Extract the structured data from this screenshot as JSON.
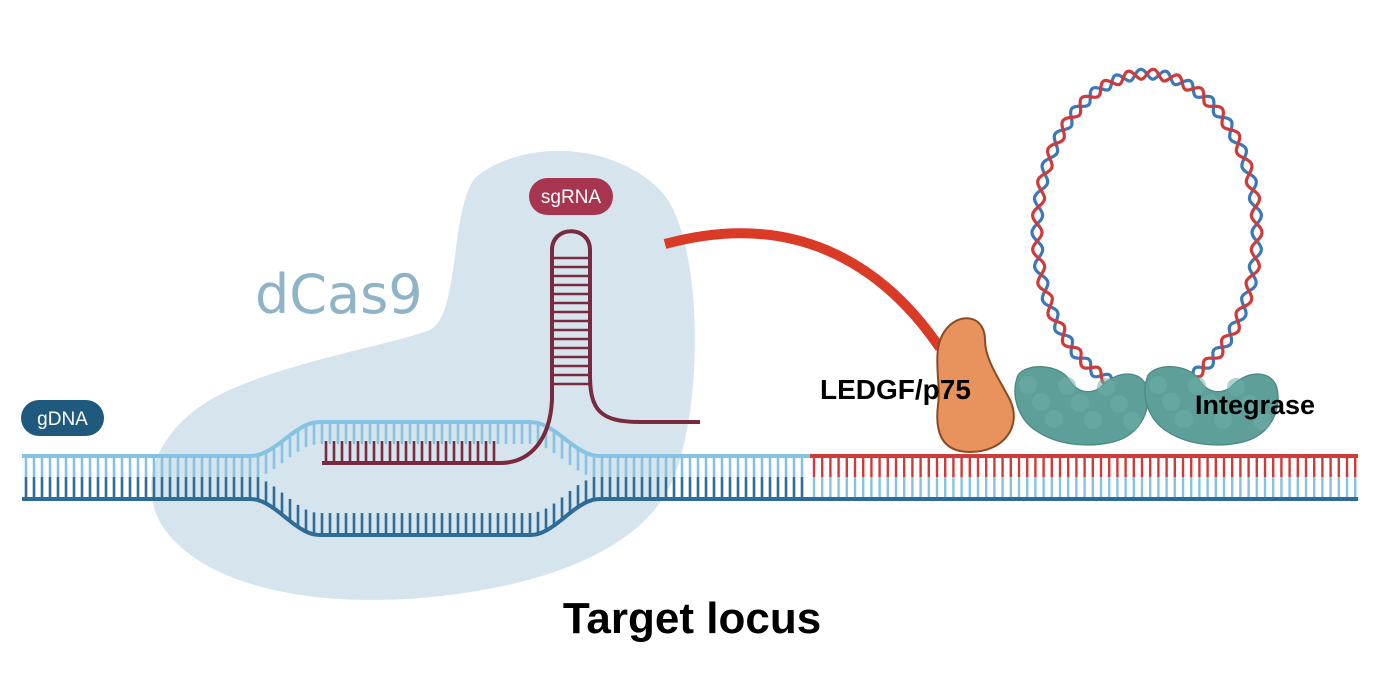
{
  "labels": {
    "gdna": "gDNA",
    "sgrna": "sgRNA",
    "dcas9": "dCas9",
    "ledgf": "LEDGF/p75",
    "integrase": "Integrase",
    "target": "Target locus"
  },
  "colors": {
    "gdna_top_strand": "#86c3e3",
    "gdna_bottom_strand": "#2e6c97",
    "gdna_pill": "#1f5a7e",
    "sgrna": "#7a2a3d",
    "sgrna_pill": "#a8354f",
    "dcas9_blob": "#d6e4ee",
    "dcas9_text": "#8fb3c7",
    "tether": "#d93b27",
    "viral_red_strand": "#cf3a3a",
    "viral_blue_strand": "#3c78b8",
    "ledgf": "#e8935e",
    "ledgf_outline": "#8a4b20",
    "integrase": "#5e9f9a"
  },
  "icons": [
    "gdna-duplex",
    "dcas9-protein",
    "sgrna-hairpin",
    "tether-linker",
    "ledgf-protein",
    "integrase-protein",
    "viral-dna-loop",
    "integrated-dna-duplex"
  ]
}
